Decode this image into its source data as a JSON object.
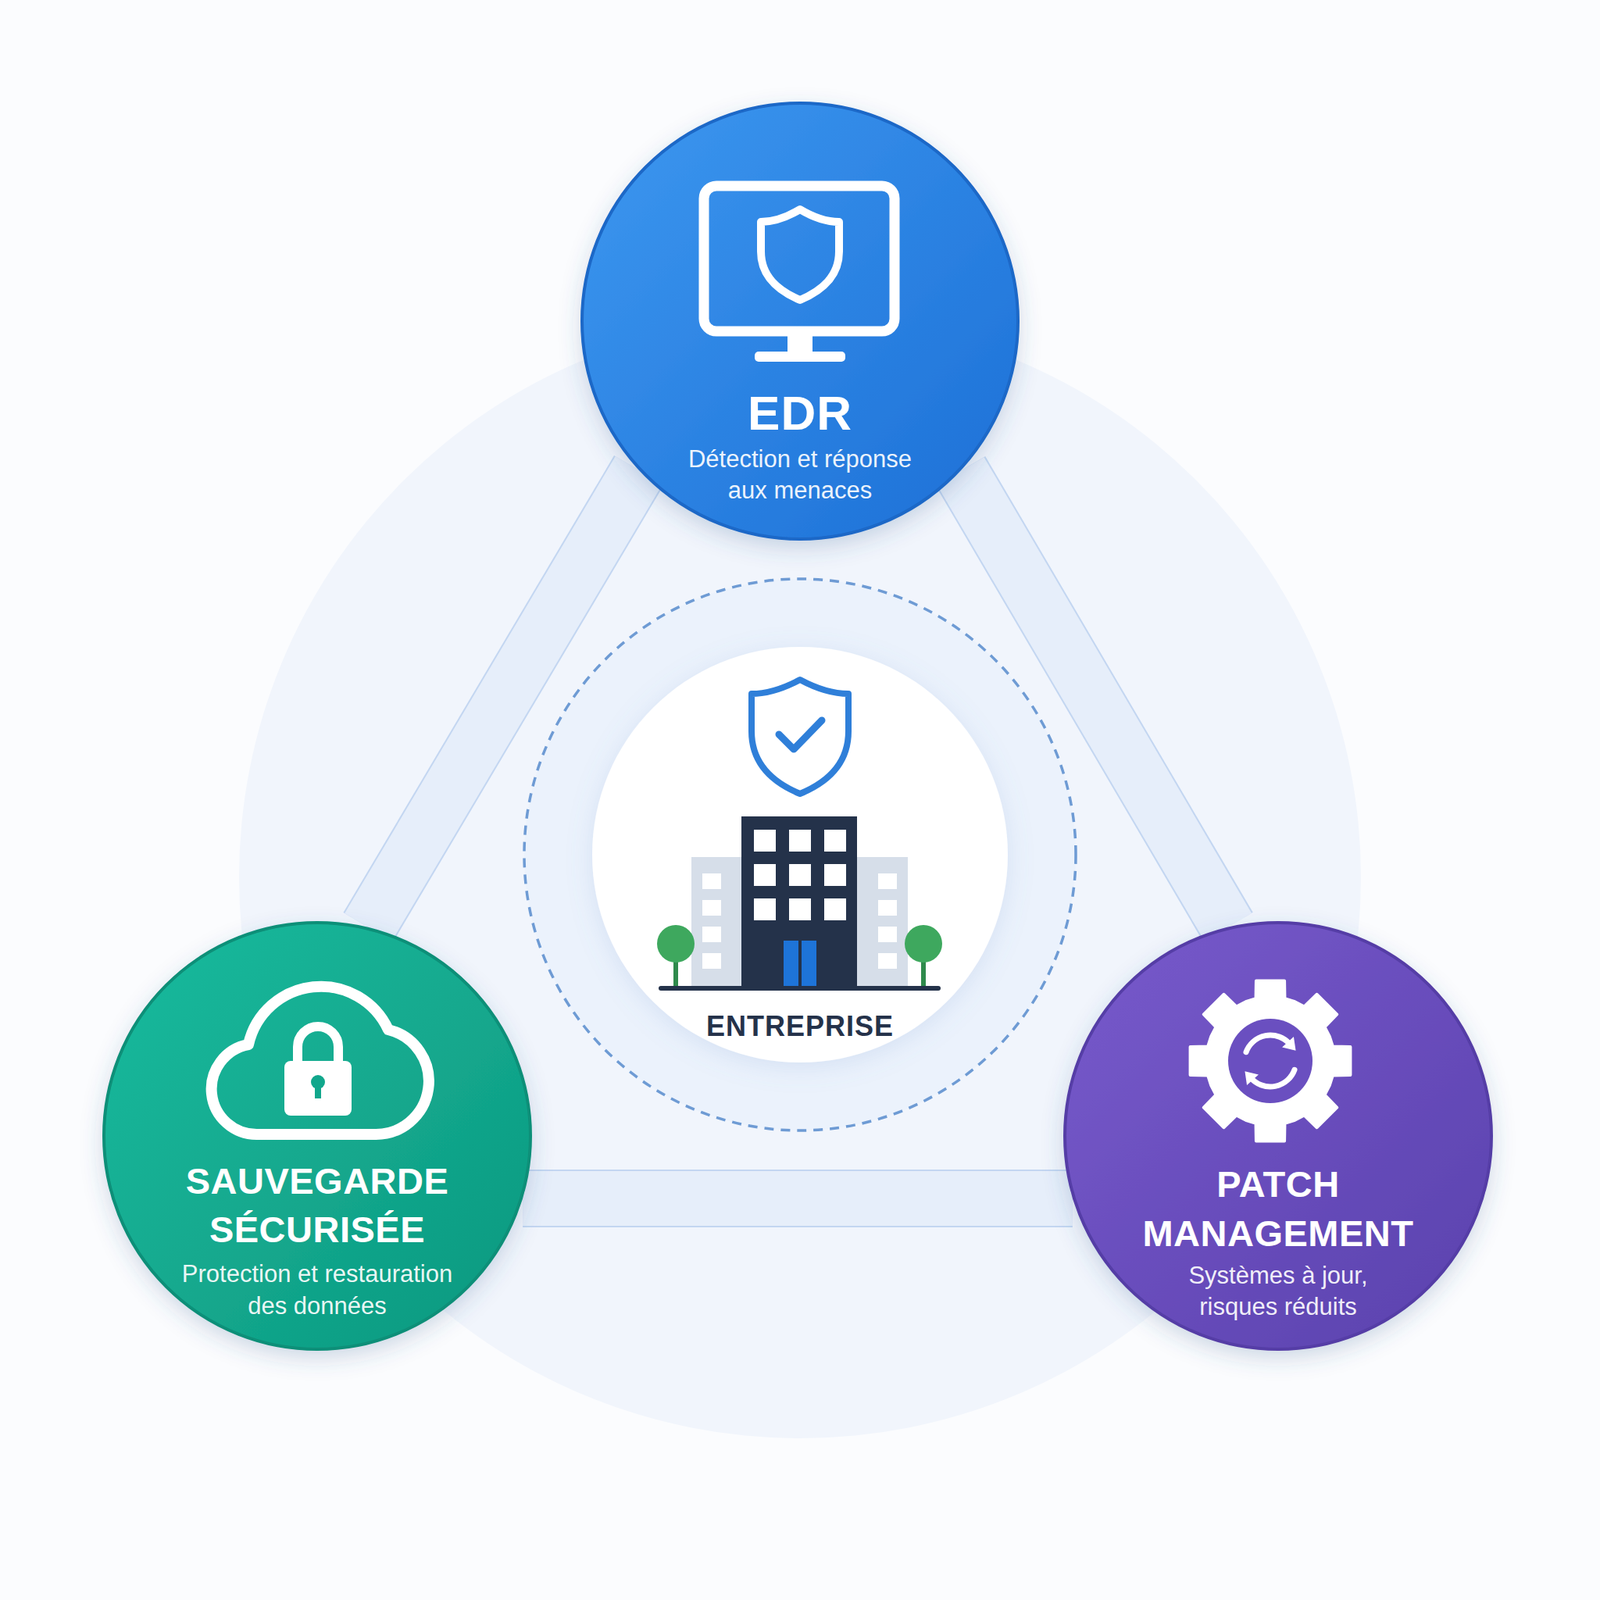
{
  "diagram": {
    "nodes": [
      {
        "text": [
          "EDR",
          "Détection et réponse aux menaces"
        ]
      },
      {
        "text": [
          "ENTREPRISE"
        ]
      },
      {
        "text": [
          "SAUVEGARDE SÉCURISÉE",
          "Protection et restauration des données"
        ]
      },
      {
        "text": [
          "PATCH MANAGEMENT",
          "Systèmes à jour, risques réduits"
        ]
      }
    ],
    "edges": [
      {
        "from": 0,
        "to": 2,
        "arrow": "none"
      },
      {
        "from": 0,
        "to": 3,
        "arrow": "none"
      },
      {
        "from": 2,
        "to": 3,
        "arrow": "none"
      }
    ]
  }
}
